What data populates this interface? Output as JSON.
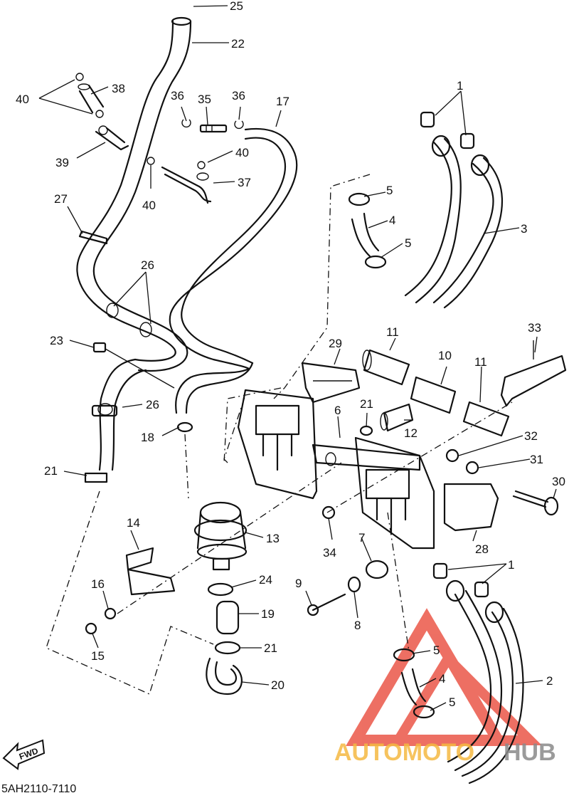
{
  "diagram": {
    "part_code": "5AH2110-7110",
    "direction_label": "FWD",
    "callouts": {
      "c1a": "1",
      "c1b": "1",
      "c2": "2",
      "c3": "3",
      "c4a": "4",
      "c4b": "4",
      "c5a": "5",
      "c5b": "5",
      "c5c": "5",
      "c5d": "5",
      "c6": "6",
      "c7": "7",
      "c8": "8",
      "c9": "9",
      "c10": "10",
      "c11a": "11",
      "c11b": "11",
      "c12": "12",
      "c13": "13",
      "c14": "14",
      "c15": "15",
      "c16": "16",
      "c17": "17",
      "c18": "18",
      "c19": "19",
      "c20": "20",
      "c21a": "21",
      "c21b": "21",
      "c21c": "21",
      "c22": "22",
      "c23": "23",
      "c24": "24",
      "c25": "25",
      "c26a": "26",
      "c26b": "26",
      "c27": "27",
      "c28": "28",
      "c29": "29",
      "c30": "30",
      "c31": "31",
      "c32": "32",
      "c33": "33",
      "c34": "34",
      "c35": "35",
      "c36a": "36",
      "c36b": "36",
      "c37": "37",
      "c38": "38",
      "c39": "39",
      "c40a": "40",
      "c40b": "40",
      "c40c": "40"
    }
  },
  "watermark": {
    "text_left": "AUTOMOTO",
    "text_right": "HUB",
    "color_left": "#f5b942",
    "color_right": "#8a8a8a",
    "logo_color": "#e8402f"
  }
}
